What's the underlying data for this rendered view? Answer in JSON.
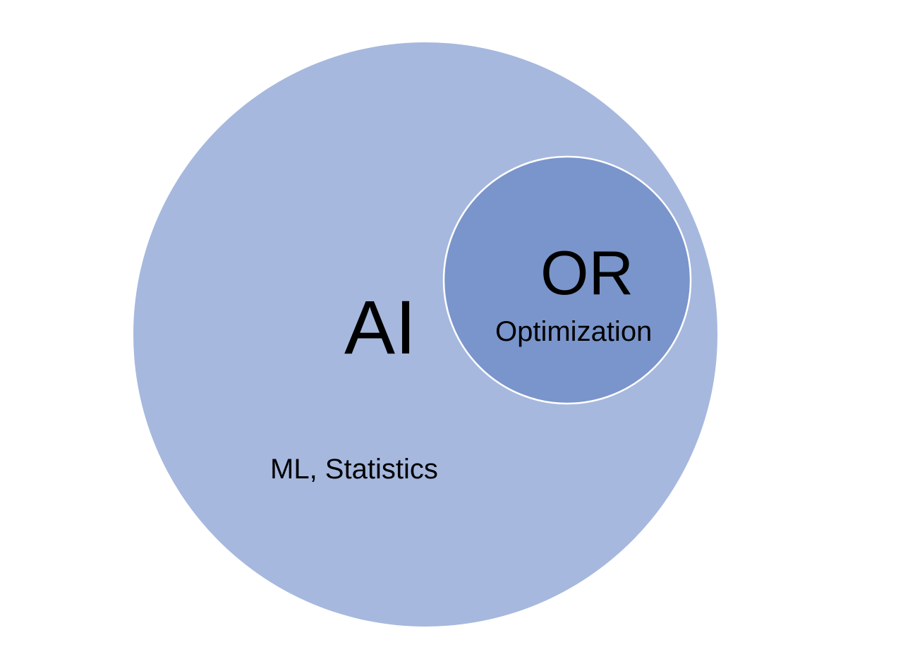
{
  "diagram": {
    "outer_set": {
      "label": "AI",
      "secondary_label": "ML, Statistics",
      "fill_color": "#a6b8de"
    },
    "inner_set": {
      "label": "OR",
      "secondary_label": "Optimization",
      "fill_color": "#7a95cb",
      "stroke_color": "#ffffff"
    },
    "background_color": "#ffffff",
    "text_color": "#000000"
  }
}
